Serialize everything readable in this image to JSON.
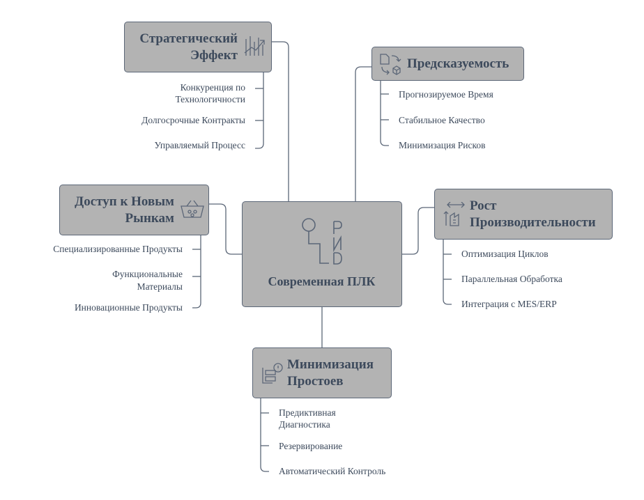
{
  "center": {
    "title": "Современная ПЛК",
    "icon": "pnd-gear-selector-icon"
  },
  "branches": {
    "strategic": {
      "title_line1": "Стратегический",
      "title_line2": "Эффект",
      "icon": "growth-chart-icon",
      "items": [
        "Конкуренция по",
        "Технологичности",
        "Долгосрочные Контракты",
        "Управляемый Процесс"
      ]
    },
    "predictability": {
      "title": "Предсказуемость",
      "icon": "document-cube-cycle-icon",
      "items": [
        "Прогнозируемое Время",
        "Стабильное Качество",
        "Минимизация Рисков"
      ]
    },
    "markets": {
      "title_line1": "Доступ к Новым",
      "title_line2": "Рынкам",
      "icon": "basket-icon",
      "items": [
        "Специализированные Продукты",
        "Функциональные",
        "Материалы",
        "Инновационные Продукты"
      ]
    },
    "productivity": {
      "title_line1": "Рост",
      "title_line2": "Производительности",
      "icon": "factory-growth-icon",
      "items": [
        "Оптимизация Циклов",
        "Параллельная Обработка",
        "Интеграция с MES/ERP"
      ]
    },
    "downtime": {
      "title_line1": "Минимизация",
      "title_line2": "Простоев",
      "icon": "server-alert-icon",
      "items": [
        "Предиктивная",
        "Диагностика",
        "Резервирование",
        "Автоматический Контроль"
      ]
    }
  },
  "colors": {
    "box_fill": "#b3b3b3",
    "stroke": "#5b6677",
    "text": "#3d4a5c"
  }
}
